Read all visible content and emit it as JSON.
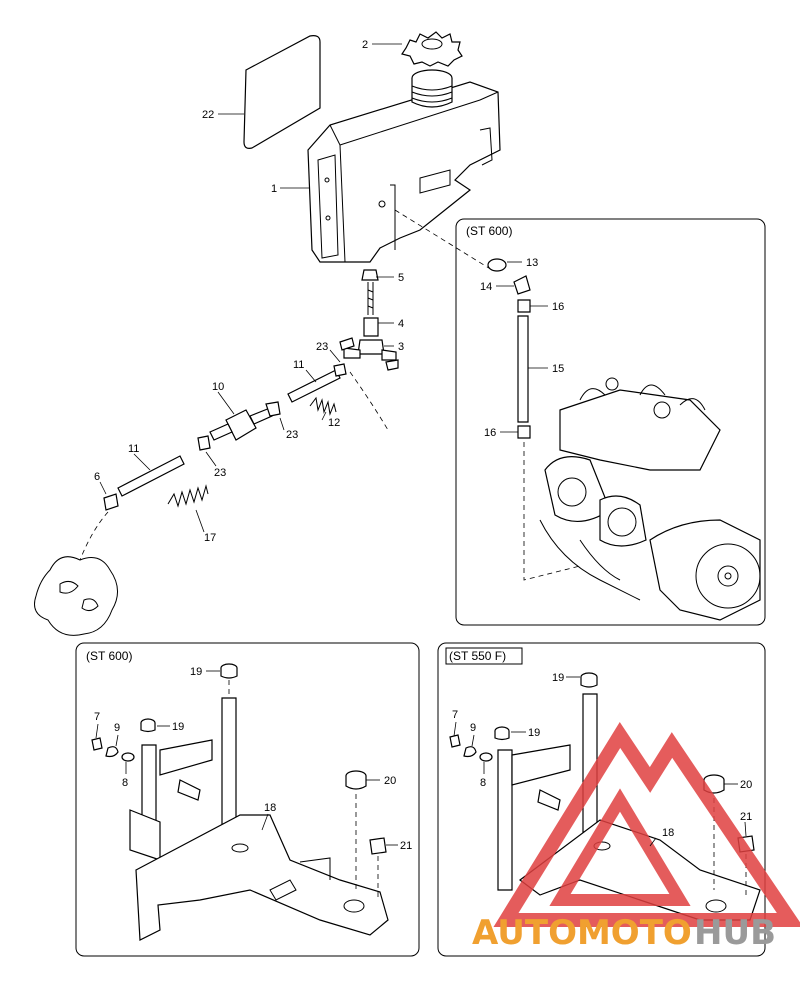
{
  "diagram": {
    "callouts": [
      "1",
      "2",
      "3",
      "4",
      "5",
      "6",
      "7",
      "8",
      "9",
      "10",
      "11",
      "12",
      "13",
      "14",
      "15",
      "16",
      "17",
      "18",
      "19",
      "20",
      "21",
      "22",
      "23"
    ],
    "panels": {
      "engine_inset_title": "(ST 600)",
      "bracket_left_title": "(ST 600)",
      "bracket_right_title": "(ST 550 F)"
    }
  },
  "watermark": {
    "text_orange": "AUTOMOTO",
    "text_gray": "HUB",
    "color_orange": "#f0a030",
    "color_gray": "#9a9a9a",
    "logo_color": "#e04040"
  }
}
